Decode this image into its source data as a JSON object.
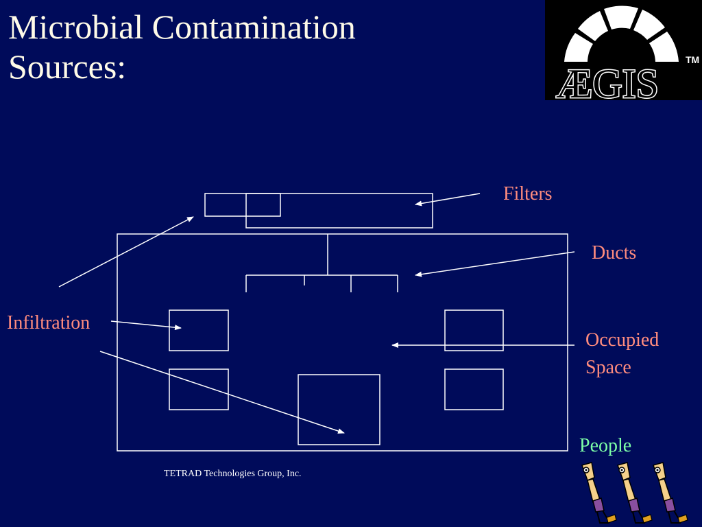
{
  "title": {
    "line1": "Microbial Contamination",
    "line2": "Sources:"
  },
  "logo": {
    "text": "ÆGIS",
    "tm": "TM"
  },
  "labels": {
    "filters": "Filters",
    "ducts": "Ducts",
    "occupied_line1": "Occupied",
    "occupied_line2": "Space",
    "infiltration": "Infiltration",
    "people": "People"
  },
  "footer": "TETRAD Technologies Group, Inc.",
  "colors": {
    "background": "#000b5a",
    "title": "#fffbe8",
    "label": "#ff8c7e",
    "people_label": "#7dffa7",
    "lines": "#ffffff"
  },
  "icons": [
    "aegis-logo",
    "people-figures-icon"
  ]
}
